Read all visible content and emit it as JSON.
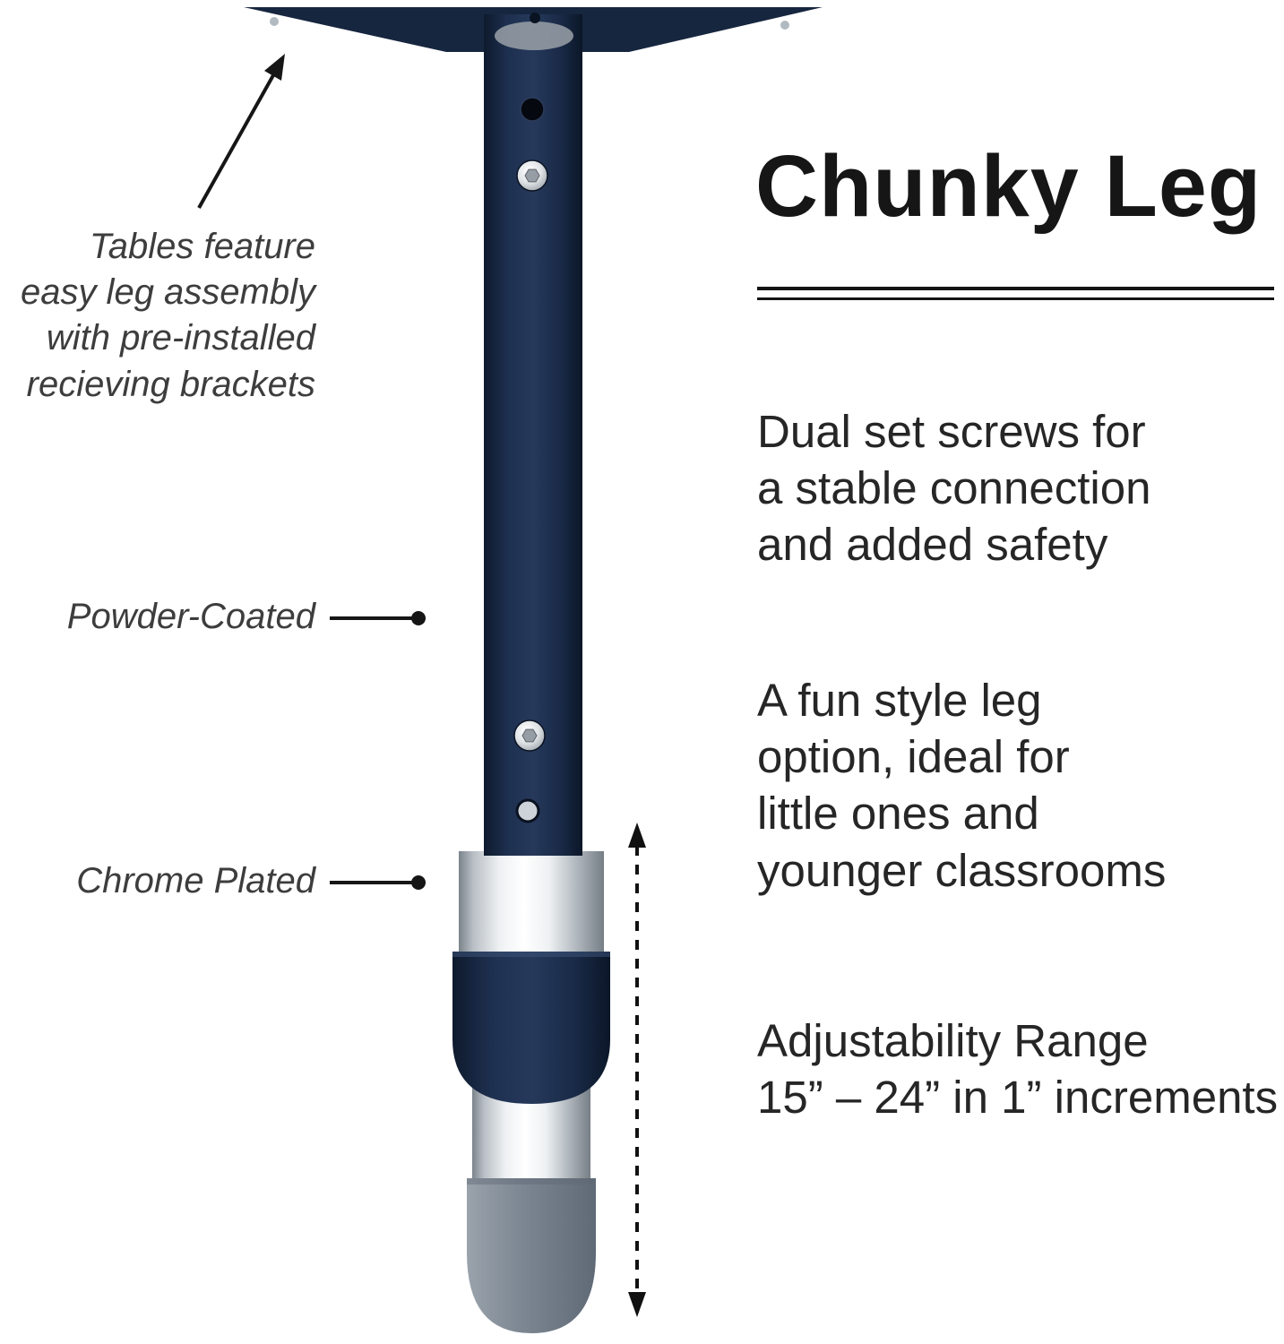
{
  "title": "Chunky Leg",
  "callouts": {
    "bracket": "Tables feature\neasy leg assembly\nwith pre-installed\nrecieving brackets",
    "powder_coated": "Powder-Coated",
    "chrome_plated": "Chrome Plated"
  },
  "features": {
    "dual_screws": "Dual set screws for\na stable connection\nand added safety",
    "fun_style": "A fun style leg\noption, ideal for\nlittle ones and\nyounger classrooms",
    "adjustability": "Adjustability Range\n15” – 24” in 1” increments"
  },
  "colors": {
    "navy": "#17263f",
    "chrome_light": "#f4f6f7",
    "chrome_dark": "#7b838b",
    "foot_gray": "#7c8894",
    "ink": "#161616"
  }
}
